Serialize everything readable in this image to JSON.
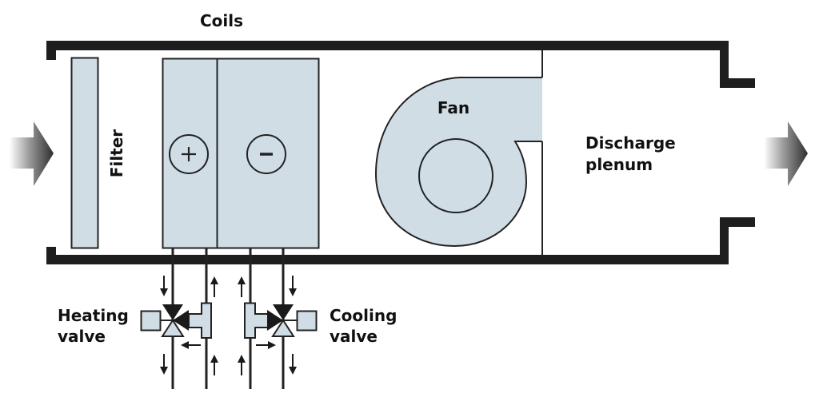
{
  "title": "Air handling unit schematic",
  "labels": {
    "coils": "Coils",
    "filter": "Filter",
    "fan": "Fan",
    "discharge_line1": "Discharge",
    "discharge_line2": "plenum",
    "heating_line1": "Heating",
    "heating_line2": "valve",
    "cooling_line1": "Cooling",
    "cooling_line2": "valve"
  },
  "coil_symbols": {
    "heating": "+",
    "cooling": "−"
  },
  "colors": {
    "component_fill": "#d0dde5",
    "outline": "#222222",
    "wall": "#1e1e1e",
    "text": "#111111",
    "arrow_dark": "#3a3a3a",
    "arrow_light": "#ffffff"
  },
  "flow": {
    "inlet": "supply-air-in",
    "outlet": "supply-air-out",
    "heating_loop": [
      "supply-down",
      "return-up",
      "bypass-left"
    ],
    "cooling_loop": [
      "return-up",
      "supply-down",
      "bypass-right"
    ]
  }
}
